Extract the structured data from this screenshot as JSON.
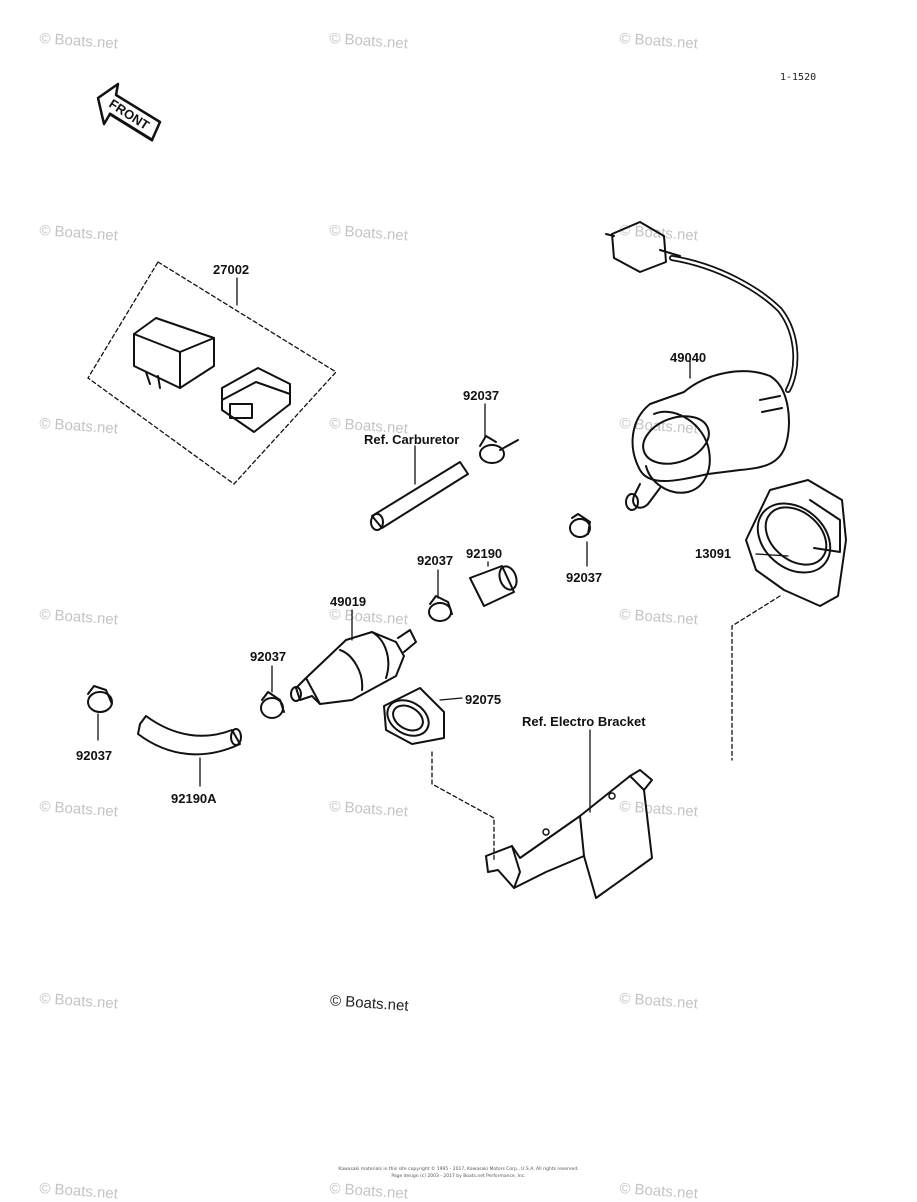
{
  "figure_id": "1-1520",
  "front_label": "FRONT",
  "watermark": "© Boats.net",
  "copyright_center": "© Boats.net",
  "parts": {
    "p27002": "27002",
    "p49040": "49040",
    "p92037_top": "92037",
    "p92037_right": "92037",
    "p92037_mid": "92037",
    "p92190": "92190",
    "p13091": "13091",
    "p49019": "49019",
    "p92037_left": "92037",
    "p92037_far": "92037",
    "p92075": "92075",
    "p92190A": "92190A"
  },
  "refs": {
    "carburetor": "Ref. Carburetor",
    "electro_bracket": "Ref. Electro Bracket"
  },
  "footer": {
    "line1": "Kawasaki materials in this site copyright © 1995 - 2017, Kawasaki Motors Corp., U.S.A. All rights reserved.",
    "line2": "Page design (c) 2003 - 2017 by Boats.net Performance, Inc."
  }
}
